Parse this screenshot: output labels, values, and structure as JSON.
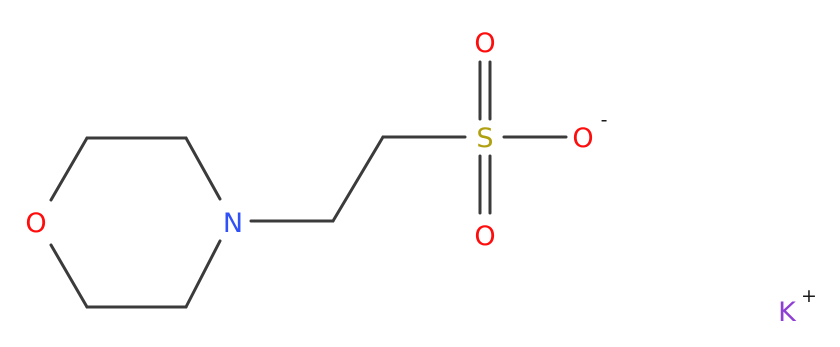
{
  "molecule": {
    "atoms": {
      "oxygen_ring": "O",
      "nitrogen": "N",
      "sulfur": "S",
      "oxygen_top": "O",
      "oxygen_bottom": "O",
      "oxygen_anion": "O",
      "anion_charge": "-",
      "potassium": "K",
      "potassium_charge": "+"
    },
    "colors": {
      "bond": "#3b3b3b",
      "oxygen": "#ff0d0d",
      "nitrogen": "#3050f8",
      "sulfur": "#b0a010",
      "potassium": "#8f40d4",
      "charge": "#1a1a1a"
    }
  }
}
